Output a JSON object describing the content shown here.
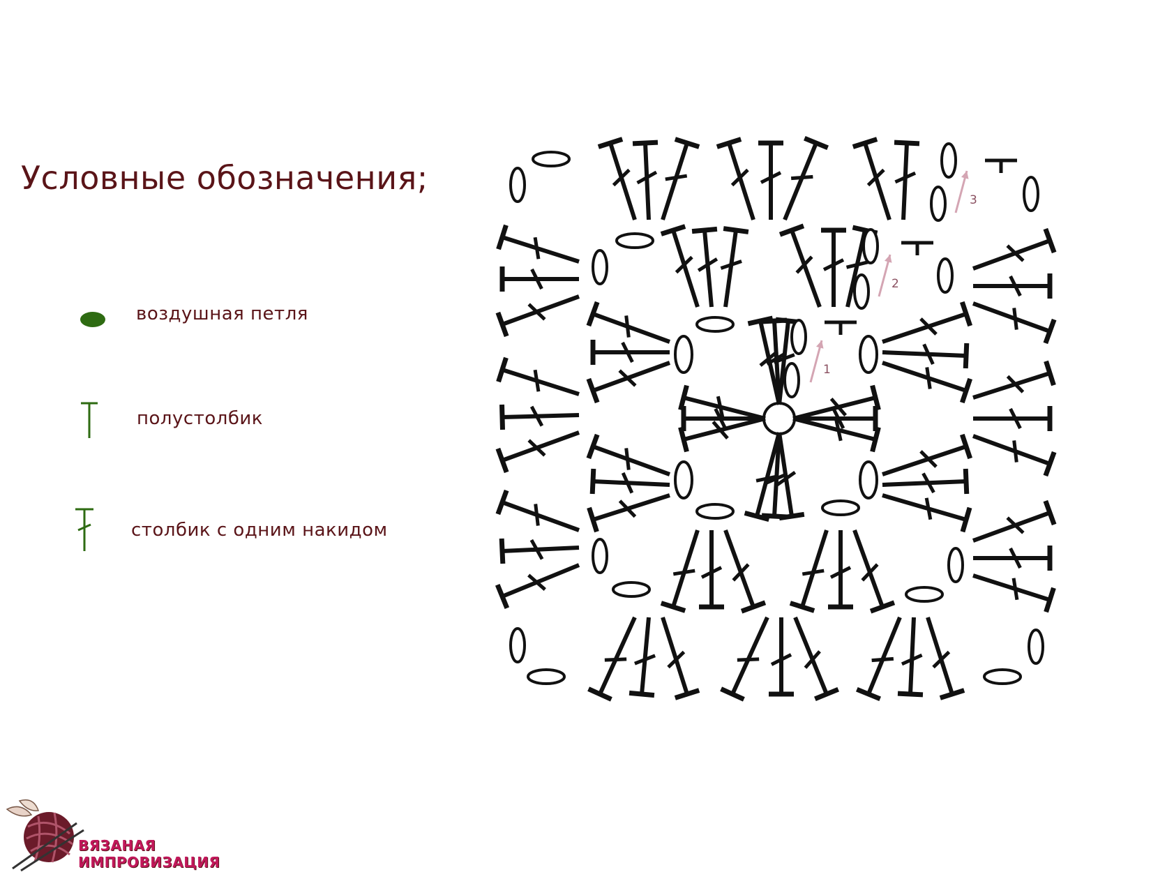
{
  "legend": {
    "title": "Условные обозначения;",
    "items": [
      {
        "symbol": "chain-stitch-icon",
        "label": "воздушная петля"
      },
      {
        "symbol": "half-double-crochet-icon",
        "label": "полустолбик"
      },
      {
        "symbol": "double-crochet-icon",
        "label": "столбик с одним накидом"
      }
    ],
    "symbol_color": "#2e6b12",
    "text_color": "#5a1418"
  },
  "diagram": {
    "row_markers": [
      "1",
      "2",
      "3"
    ],
    "marker_color": "#d4a5b3"
  },
  "logo": {
    "text": "ВЯЗАНАЯ ИМПРОВИЗАЦИЯ",
    "color": "#c2185b"
  }
}
